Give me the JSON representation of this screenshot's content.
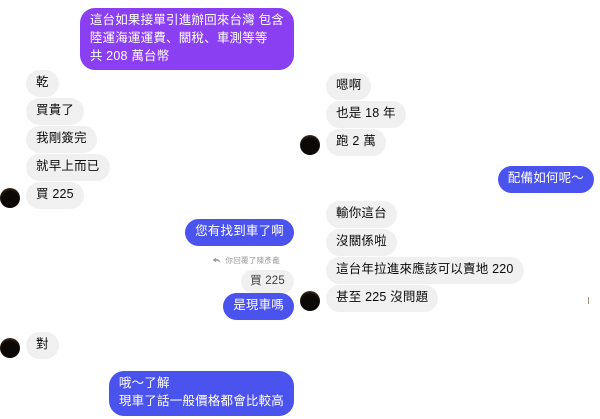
{
  "app": {
    "type": "messaging-conversation-screenshot",
    "composite_panes": 2,
    "language": "zh-Hant"
  },
  "colors": {
    "incoming_bubble": "#f0f0f0",
    "incoming_text": "#0a0a0a",
    "outgoing_blue": "#4b53ef",
    "outgoing_purple": "#8b3ff3",
    "outgoing_text": "#ffffff",
    "reply_reference_text": "#9b9b9b",
    "avatar": "#0d0906",
    "background": "#ffffff"
  },
  "left_pane": {
    "name": "left-conversation-pane",
    "messages": [
      {
        "id": "l1",
        "side": "outgoing",
        "style": "purple",
        "text": "這台如果接單引進辦回來台灣 包含\n陸運海運運費、關稅、車測等等\n共 208 萬台幣"
      },
      {
        "id": "l2",
        "side": "incoming",
        "style": "grey",
        "text": "乾"
      },
      {
        "id": "l3",
        "side": "incoming",
        "style": "grey",
        "text": "買貴了"
      },
      {
        "id": "l4",
        "side": "incoming",
        "style": "grey",
        "text": "我剛簽完"
      },
      {
        "id": "l5",
        "side": "incoming",
        "style": "grey",
        "text": "就早上而已"
      },
      {
        "id": "l6",
        "side": "incoming",
        "style": "grey",
        "text": "買 225",
        "avatar": true
      },
      {
        "id": "l7",
        "side": "outgoing",
        "style": "blue",
        "text": "您有找到車了啊"
      },
      {
        "id": "l8",
        "side": "outgoing",
        "style": "quote-grey",
        "text": "買 225"
      },
      {
        "id": "l9",
        "side": "outgoing",
        "style": "blue",
        "text": "是現車嗎"
      },
      {
        "id": "l10",
        "side": "incoming",
        "style": "grey",
        "text": "對",
        "avatar": true
      },
      {
        "id": "l11",
        "side": "outgoing",
        "style": "blue",
        "text": "哦～了解\n現車了話一般價格都會比較高"
      }
    ],
    "reply_reference": {
      "label": "你回覆了陳彥龕",
      "icon": "reply-arrow-icon"
    }
  },
  "right_pane": {
    "name": "right-conversation-pane",
    "messages": [
      {
        "id": "r1",
        "side": "incoming",
        "style": "grey",
        "text": "嗯啊"
      },
      {
        "id": "r2",
        "side": "incoming",
        "style": "grey",
        "text": "也是 18 年"
      },
      {
        "id": "r3",
        "side": "incoming",
        "style": "grey",
        "text": "跑 2 萬",
        "avatar": true
      },
      {
        "id": "r4",
        "side": "outgoing",
        "style": "blue",
        "text": "配備如何呢～"
      },
      {
        "id": "r5",
        "side": "incoming",
        "style": "grey",
        "text": "輸你這台"
      },
      {
        "id": "r6",
        "side": "incoming",
        "style": "grey",
        "text": "沒關係啦"
      },
      {
        "id": "r7",
        "side": "incoming",
        "style": "grey",
        "text": "這台年拉進來應該可以賣地 220"
      },
      {
        "id": "r8",
        "side": "incoming",
        "style": "grey",
        "text": "甚至 225 沒問題",
        "avatar": true
      }
    ]
  }
}
